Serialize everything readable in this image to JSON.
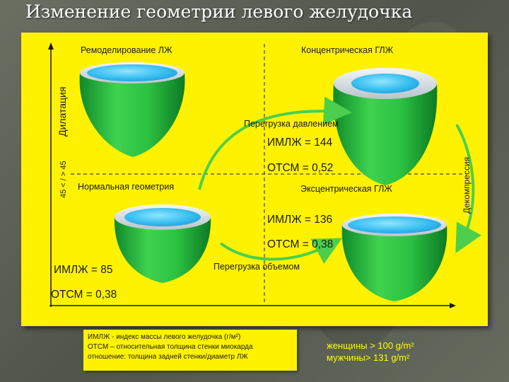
{
  "slide_title": "Изменение геометрии левого желудочка",
  "axes": {
    "y_label": "Дилатация",
    "x_label": "45 < / > 45",
    "right_label": "Декомпрессия"
  },
  "quadrants": {
    "top_left": "Ремоделирование ЛЖ",
    "top_right": "Концентрическая ГЛЖ",
    "bottom_left": "Нормальная геометрия",
    "bottom_right": "Эксцентрическая ГЛЖ"
  },
  "arrows": {
    "pressure_overload": "Перегрузка давлением",
    "volume_overload": "Перегрузка объемом"
  },
  "metrics": {
    "concentric_imlzh": "ИМЛЖ = 144",
    "concentric_otsm": "ОТСМ = 0,52",
    "eccentric_imlzh": "ИМЛЖ = 136",
    "eccentric_otsm": "ОТСМ = 0,38",
    "normal_imlzh": "ИМЛЖ = 85",
    "normal_otsm": "ОТСМ = 0,38"
  },
  "notes": {
    "line1": "ИМЛЖ - индекс массы левого желудочка (г/м²)",
    "line2": "ОТСМ – относительная толщина стенки миокарда",
    "line3": "отношение: толщина задней стенки/диаметр ЛЖ"
  },
  "norms": {
    "women": "женщины  > 100 g/m²",
    "men": "мужчины> 131 g/m²"
  },
  "colors": {
    "panel": "#fff200",
    "heart_green": "#22b33a",
    "cavity_blue": "#3fc4f2",
    "arrow_green": "#4ccf4c"
  }
}
